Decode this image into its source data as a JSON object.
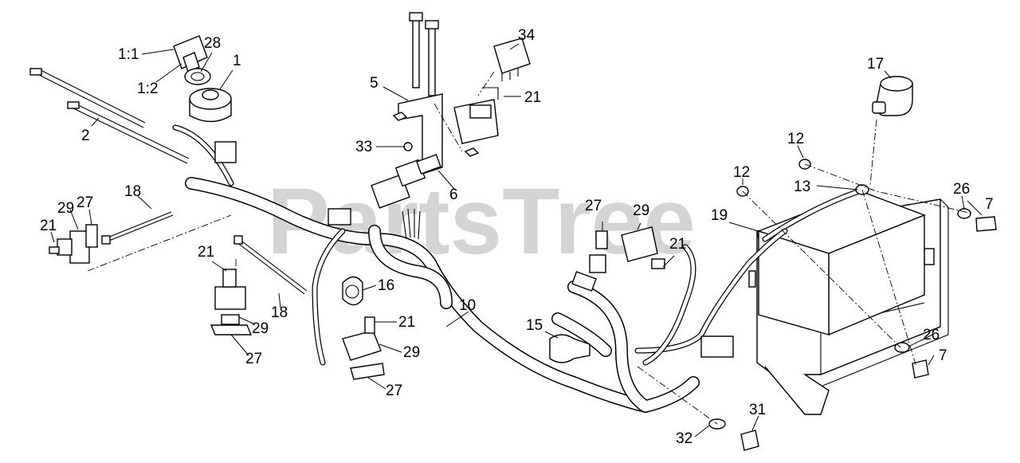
{
  "watermark": "PartsTree",
  "callouts": [
    {
      "id": "c-1-1",
      "text": "1:1"
    },
    {
      "id": "c-1-2",
      "text": "1:2"
    },
    {
      "id": "c-28",
      "text": "28"
    },
    {
      "id": "c-1",
      "text": "1"
    },
    {
      "id": "c-2",
      "text": "2"
    },
    {
      "id": "c-5",
      "text": "5"
    },
    {
      "id": "c-34",
      "text": "34"
    },
    {
      "id": "c-21a",
      "text": "21"
    },
    {
      "id": "c-33",
      "text": "33"
    },
    {
      "id": "c-6",
      "text": "6"
    },
    {
      "id": "c-17",
      "text": "17"
    },
    {
      "id": "c-12a",
      "text": "12"
    },
    {
      "id": "c-12b",
      "text": "12"
    },
    {
      "id": "c-13",
      "text": "13"
    },
    {
      "id": "c-26a",
      "text": "26"
    },
    {
      "id": "c-7a",
      "text": "7"
    },
    {
      "id": "c-18a",
      "text": "18"
    },
    {
      "id": "c-29a",
      "text": "29"
    },
    {
      "id": "c-27a",
      "text": "27"
    },
    {
      "id": "c-21b",
      "text": "21"
    },
    {
      "id": "c-27b",
      "text": "27"
    },
    {
      "id": "c-29b",
      "text": "29"
    },
    {
      "id": "c-19",
      "text": "19"
    },
    {
      "id": "c-21c",
      "text": "21"
    },
    {
      "id": "c-21d",
      "text": "21"
    },
    {
      "id": "c-18b",
      "text": "18"
    },
    {
      "id": "c-29c",
      "text": "29"
    },
    {
      "id": "c-27c",
      "text": "27"
    },
    {
      "id": "c-16",
      "text": "16"
    },
    {
      "id": "c-10",
      "text": "10"
    },
    {
      "id": "c-21e",
      "text": "21"
    },
    {
      "id": "c-29d",
      "text": "29"
    },
    {
      "id": "c-27d",
      "text": "27"
    },
    {
      "id": "c-15",
      "text": "15"
    },
    {
      "id": "c-26b",
      "text": "26"
    },
    {
      "id": "c-7b",
      "text": "7"
    },
    {
      "id": "c-31",
      "text": "31"
    },
    {
      "id": "c-32",
      "text": "32"
    }
  ]
}
